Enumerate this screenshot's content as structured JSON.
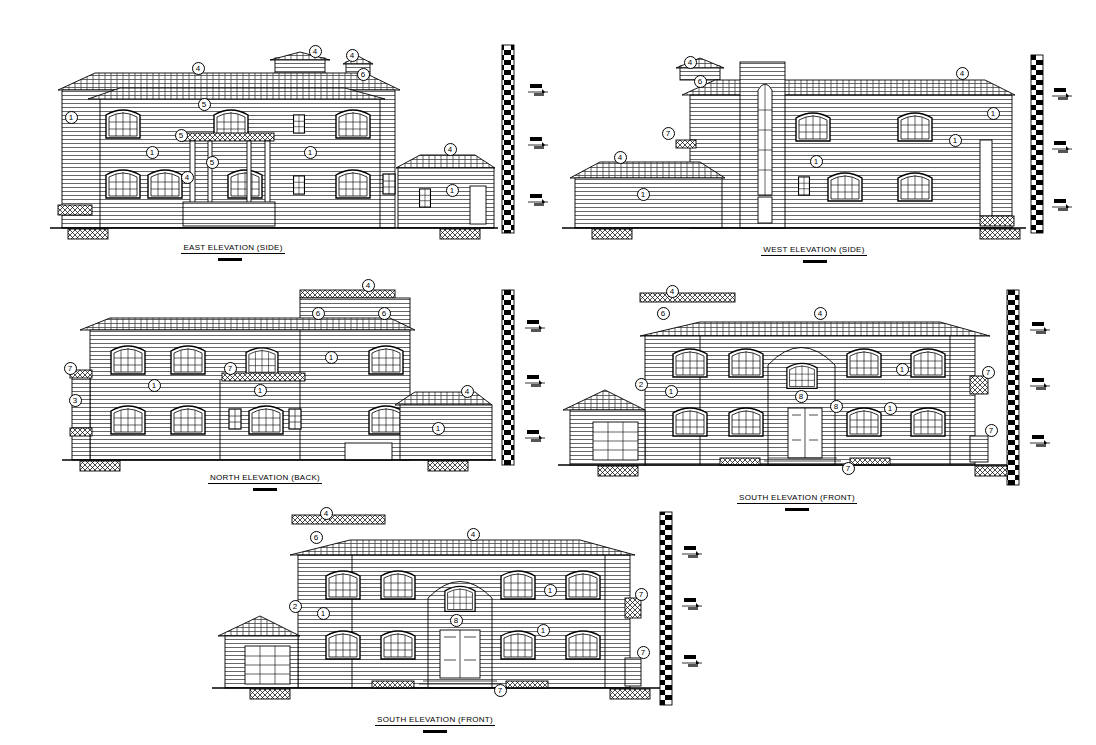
{
  "diagram": {
    "labels": [
      "4",
      "4",
      "6",
      "4",
      "1",
      "5",
      "5",
      "1",
      "5",
      "1",
      "4",
      "4",
      "1",
      "EAST ELEVATION (SIDE)",
      "4",
      "6",
      "4",
      "1",
      "1",
      "7",
      "1",
      "4",
      "1",
      "WEST ELEVATION (SIDE)",
      "4",
      "6",
      "6",
      "7",
      "1",
      "7",
      "1",
      "3",
      "1",
      "4",
      "1",
      "NORTH ELEVATION (BACK)",
      "4",
      "6",
      "4",
      "1",
      "2",
      "1",
      "7",
      "8",
      "1",
      "8",
      "7",
      "7",
      "SOUTH ELEVATION (FRONT)",
      "4",
      "6",
      "4",
      "2",
      "1",
      "1",
      "7",
      "8",
      "1",
      "7",
      "7",
      "SOUTH ELEVATION (FRONT)"
    ]
  }
}
